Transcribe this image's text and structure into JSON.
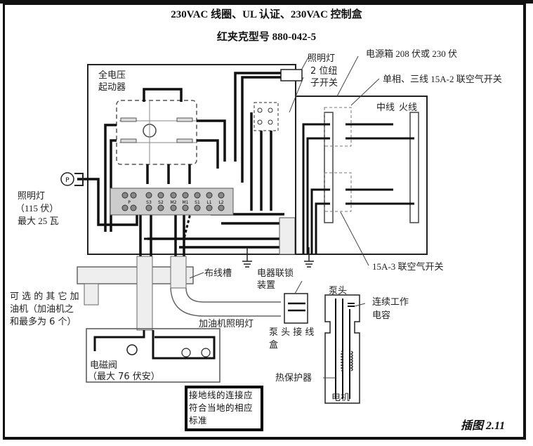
{
  "diagram": {
    "title_line1": "230VAC 线圈、UL 认证、230VAC 控制盒",
    "title_line2": "红夹克型号 880-042-5",
    "figure_caption": "插图 2.11",
    "labels": {
      "full_voltage_starter": [
        "全电压",
        "起动器"
      ],
      "indicator_light": "照明灯",
      "two_position_switch": [
        "2 位纽",
        "子开关"
      ],
      "power_panel": "电源箱  208 伏或 230 伏",
      "breaker_2pole": "单相、三线 15A-2 联空气开关",
      "neutral": "中线",
      "hot": "火线",
      "lamp": [
        "照明灯",
        "（115 伏）",
        "最大 25 瓦"
      ],
      "breaker_3pole": "15A-3 联空气开关",
      "wire_trough": "布线槽",
      "interlock": [
        "电器联锁",
        "装置"
      ],
      "optional_dispensers": [
        "可 选 的 其 它 加",
        "油机（加油机之",
        "和最多为 6 个）"
      ],
      "dispenser_lights": "加油机照明灯",
      "pump_head": "泵头",
      "run_capacitor": [
        "连续工作",
        "电容"
      ],
      "pump_junction_box": [
        "泵 头 接 线",
        "盒"
      ],
      "solenoid_valve": [
        "电磁阀",
        "（最大 76 伏安）"
      ],
      "thermal_protector": "热保护器",
      "motor": "电机",
      "ground_note": [
        "接地线的连接应",
        "符合当地的相应",
        "标准"
      ]
    },
    "terminal_block_labels": [
      "P",
      "S3",
      "S2",
      "M2",
      "M1",
      "S1",
      "L1",
      "L2"
    ],
    "lamp_symbol": "P"
  }
}
